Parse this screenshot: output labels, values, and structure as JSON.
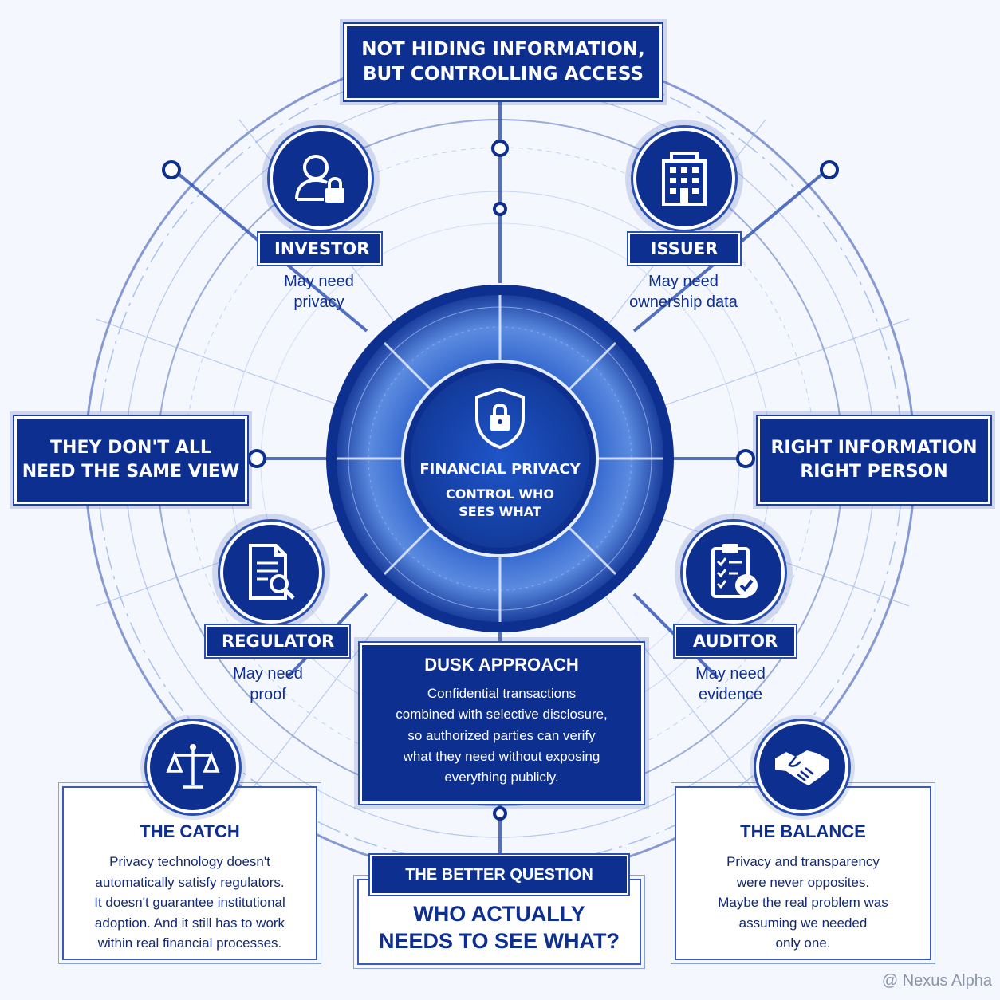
{
  "top_banner": {
    "line1": "NOT HIDING INFORMATION,",
    "line2": "BUT CONTROLLING ACCESS"
  },
  "left_banner": {
    "line1": "THEY DON'T ALL",
    "line2": "NEED THE SAME VIEW"
  },
  "right_banner": {
    "line1": "RIGHT INFORMATION",
    "line2": "RIGHT PERSON"
  },
  "center": {
    "title": "FINANCIAL PRIVACY",
    "line1": "CONTROL WHO",
    "line2": "SEES WHAT",
    "icon": "shield-lock-icon"
  },
  "roles": {
    "investor": {
      "label": "INVESTOR",
      "line1": "May need",
      "line2": "privacy",
      "icon": "user-lock-icon"
    },
    "issuer": {
      "label": "ISSUER",
      "line1": "May need",
      "line2": "ownership data",
      "icon": "building-icon"
    },
    "regulator": {
      "label": "REGULATOR",
      "line1": "May need",
      "line2": "proof",
      "icon": "document-search-icon"
    },
    "auditor": {
      "label": "AUDITOR",
      "line1": "May need",
      "line2": "evidence",
      "icon": "clipboard-check-icon"
    }
  },
  "dusk": {
    "title": "DUSK APPROACH",
    "l1": "Confidential transactions",
    "l2": "combined with selective disclosure,",
    "l3": "so authorized parties can verify",
    "l4": "what they need without exposing",
    "l5": "everything publicly."
  },
  "catch": {
    "title": "THE CATCH",
    "icon": "scales-icon",
    "l1": "Privacy technology doesn't",
    "l2": "automatically satisfy regulators.",
    "l3": "It doesn't guarantee institutional",
    "l4": "adoption. And it still has to work",
    "l5": "within real financial processes."
  },
  "balance": {
    "title": "THE BALANCE",
    "icon": "handshake-icon",
    "l1": "Privacy and transparency",
    "l2": "were never opposites.",
    "l3": "Maybe the real problem was",
    "l4": "assuming we needed",
    "l5": "only one."
  },
  "better_question": {
    "label": "THE BETTER QUESTION",
    "line1": "WHO ACTUALLY",
    "line2": "NEEDS TO SEE WHAT?"
  },
  "watermark": "@ Nexus Alpha",
  "colors": {
    "navy": "#0d2f8f",
    "mid_blue": "#2a4fb0",
    "light_blue": "#6f95e0",
    "background": "#f4f7fd"
  }
}
